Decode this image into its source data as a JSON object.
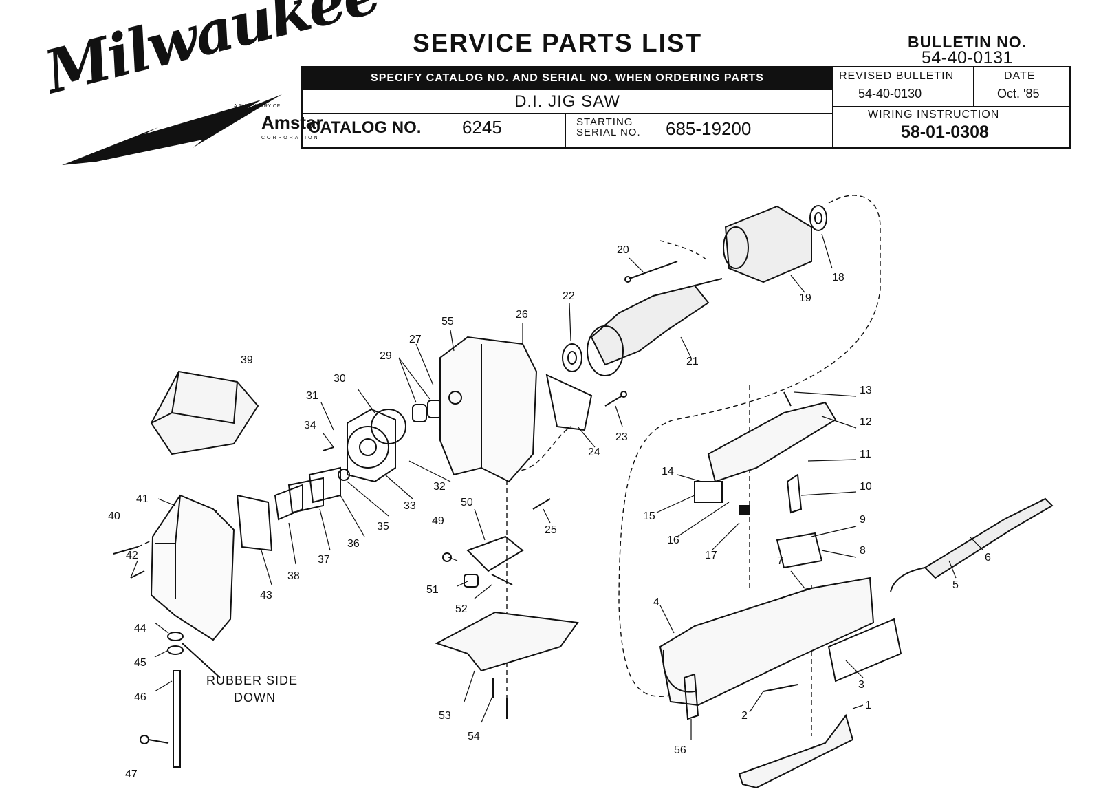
{
  "brand": {
    "logo_text": "Milwaukee",
    "subsidiary_label": "A SUBSIDIARY OF",
    "parent_name": "Amstar",
    "parent_suffix": "CORPORATION"
  },
  "header": {
    "title": "SERVICE PARTS LIST",
    "bulletin_label": "BULLETIN NO.",
    "bulletin_no": "54-40-0131",
    "specify_note": "SPECIFY CATALOG NO. AND SERIAL NO. WHEN ORDERING PARTS",
    "product_name": "D.I. JIG SAW",
    "catalog_label": "CATALOG NO.",
    "catalog_no": "6245",
    "starting_label_1": "STARTING",
    "starting_label_2": "SERIAL NO.",
    "serial_no": "685-19200",
    "revised_label": "REVISED BULLETIN",
    "revised_no": "54-40-0130",
    "date_label": "DATE",
    "date_value": "Oct. '85",
    "wiring_label": "WIRING INSTRUCTION",
    "wiring_no": "58-01-0308"
  },
  "diagram": {
    "callouts": [
      "1",
      "2",
      "3",
      "4",
      "5",
      "6",
      "7",
      "8",
      "9",
      "10",
      "11",
      "12",
      "13",
      "14",
      "15",
      "16",
      "17",
      "18",
      "19",
      "20",
      "21",
      "22",
      "23",
      "24",
      "25",
      "26",
      "27",
      "29",
      "30",
      "31",
      "32",
      "33",
      "34",
      "35",
      "36",
      "37",
      "38",
      "39",
      "40",
      "41",
      "42",
      "43",
      "44",
      "45",
      "46",
      "47",
      "49",
      "50",
      "51",
      "52",
      "53",
      "54",
      "55",
      "56"
    ],
    "note_line_1": "RUBBER SIDE",
    "note_line_2": "DOWN"
  }
}
